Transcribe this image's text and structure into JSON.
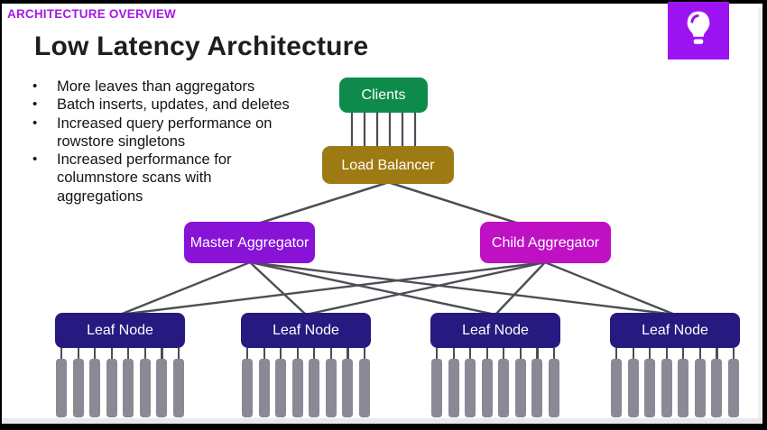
{
  "slide": {
    "kicker": "ARCHITECTURE OVERVIEW",
    "title": "Low Latency Architecture",
    "bullets": [
      "More leaves than aggregators",
      "Batch inserts, updates, and deletes",
      "Increased query performance on\nrowstore singletons",
      "Increased performance for\ncolumnstore scans with\naggregations"
    ]
  },
  "diagram": {
    "nodes": {
      "clients": {
        "label": "Clients",
        "color": "#0e8b4a"
      },
      "load_balancer": {
        "label": "Load Balancer",
        "color": "#9e7a12"
      },
      "master_aggregator": {
        "label": "Master Aggregator",
        "color": "#8812d6"
      },
      "child_aggregator": {
        "label": "Child Aggregator",
        "color": "#bf10c3"
      }
    },
    "leaf_nodes": [
      {
        "label": "Leaf Node"
      },
      {
        "label": "Leaf Node"
      },
      {
        "label": "Leaf Node"
      },
      {
        "label": "Leaf Node"
      }
    ],
    "leaf_partition_count": 8,
    "edges": [
      {
        "from": "clients",
        "to": "load_balancer",
        "style": "6 parallel vertical lines"
      },
      {
        "from": "load_balancer",
        "to": "master_aggregator"
      },
      {
        "from": "load_balancer",
        "to": "child_aggregator"
      },
      {
        "from": "master_aggregator",
        "to": "leaf_node_1"
      },
      {
        "from": "master_aggregator",
        "to": "leaf_node_2"
      },
      {
        "from": "master_aggregator",
        "to": "leaf_node_3"
      },
      {
        "from": "master_aggregator",
        "to": "leaf_node_4"
      },
      {
        "from": "child_aggregator",
        "to": "leaf_node_1"
      },
      {
        "from": "child_aggregator",
        "to": "leaf_node_2"
      },
      {
        "from": "child_aggregator",
        "to": "leaf_node_3"
      },
      {
        "from": "child_aggregator",
        "to": "leaf_node_4"
      }
    ]
  },
  "colors": {
    "kicker_text": "#a21ae5",
    "leaf_node": "#261a80",
    "partition_bar": "#8a8a94",
    "connector": "#4d4d56",
    "icon_tile_bg": "#9c13f2"
  },
  "icons": {
    "lightbulb": "lightbulb-icon"
  }
}
